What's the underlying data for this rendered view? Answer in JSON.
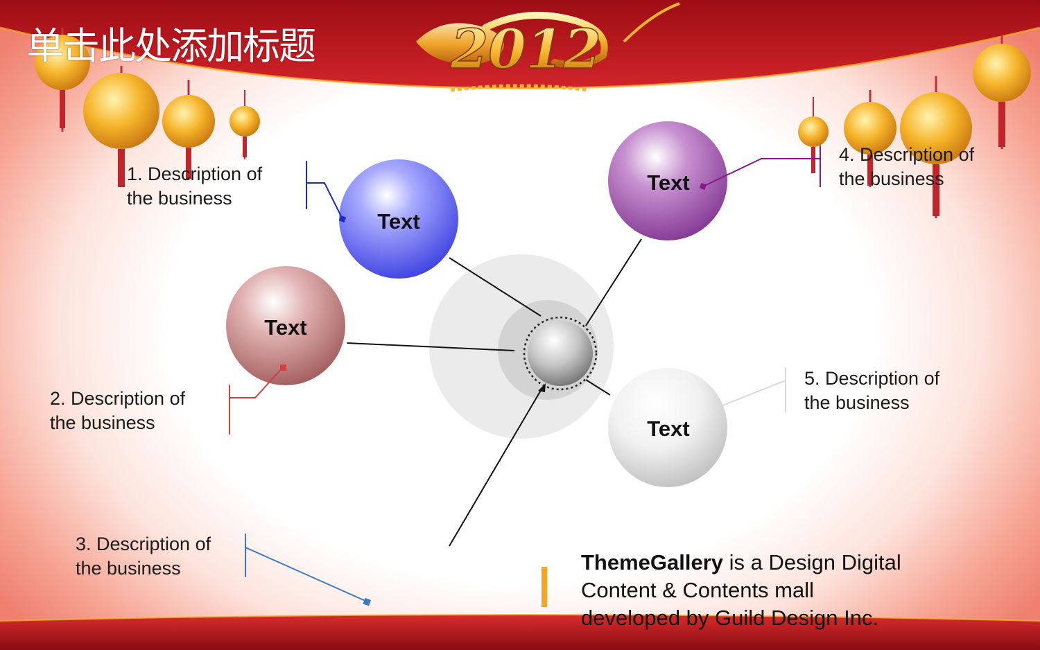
{
  "title": "单击此处添加标题",
  "banner": {
    "year_text": "2012",
    "colors": {
      "red": "#b5121b",
      "dark_red": "#7a0a10",
      "gold": "#f6b52b"
    },
    "icons": [
      "dragon-icon",
      "lantern-icon"
    ]
  },
  "nodes": [
    {
      "label": "Text",
      "color": "#6a6df2"
    },
    {
      "label": "Text",
      "color": "#c98b8b"
    },
    {
      "label": "Text",
      "color": "#a866b6"
    },
    {
      "label": "Text",
      "color": "#eaeaea"
    }
  ],
  "descriptions": [
    {
      "line1": "1. Description of",
      "line2": "the business",
      "color": "#1a2ad6"
    },
    {
      "line1": "2. Description of",
      "line2": "the business",
      "color": "#c9463e"
    },
    {
      "line1": "3. Description of",
      "line2": "the business",
      "color": "#3c7ac4"
    },
    {
      "line1": "4. Description of",
      "line2": "the business",
      "color": "#8a168c"
    },
    {
      "line1": "5. Description of",
      "line2": "the business",
      "color": "#d8d8d8"
    }
  ],
  "gallery": {
    "brand": "ThemeGallery",
    "line1_rest": " is a Design Digital",
    "line2": "Content & Contents mall",
    "line3": "developed by Guild Design Inc.",
    "accent": "#f5a623"
  }
}
